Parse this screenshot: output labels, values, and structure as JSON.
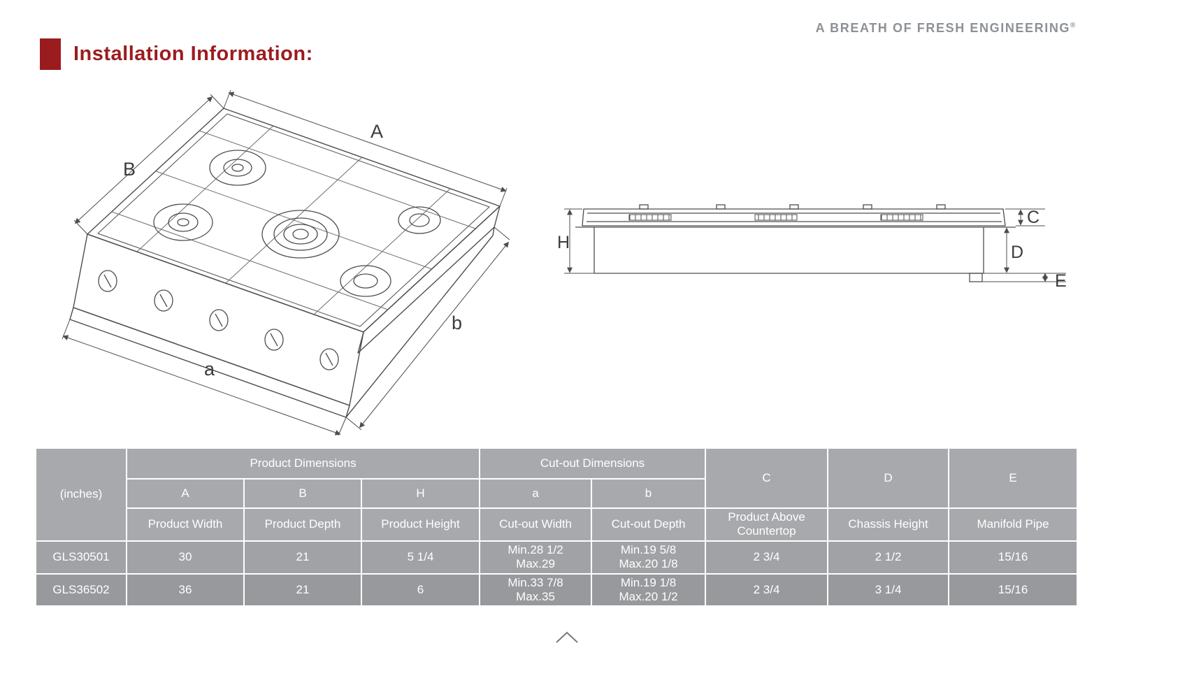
{
  "brand": {
    "slogan": "A BREATH OF FRESH ENGINEERING",
    "slogan_mark": "®"
  },
  "header": {
    "title": "Installation Information:"
  },
  "diagrams": {
    "iso": {
      "label_width": "A",
      "label_depth": "B",
      "label_cutout_width": "a",
      "label_cutout_depth": "b"
    },
    "side": {
      "label_height": "H",
      "label_above_countertop": "C",
      "label_chassis": "D",
      "label_manifold": "E"
    }
  },
  "table": {
    "unit_label": "(inches)",
    "groups": {
      "product": "Product Dimensions",
      "cutout": "Cut-out Dimensions"
    },
    "letters": {
      "a_col": "A",
      "b_col": "B",
      "h_col": "H",
      "cut_a": "a",
      "cut_b": "b",
      "c": "C",
      "d": "D",
      "e": "E"
    },
    "subheaders": {
      "product_width": "Product Width",
      "product_depth": "Product Depth",
      "product_height": "Product Height",
      "cutout_width": "Cut-out Width",
      "cutout_depth": "Cut-out Depth",
      "above_countertop": "Product Above Countertop",
      "chassis_height": "Chassis Height",
      "manifold_pipe": "Manifold Pipe"
    },
    "rows": [
      {
        "model": "GLS30501",
        "width": "30",
        "depth": "21",
        "height": "5 1/4",
        "cut_width_min": "Min.28 1/2",
        "cut_width_max": "Max.29",
        "cut_depth_min": "Min.19 5/8",
        "cut_depth_max": "Max.20 1/8",
        "above": "2 3/4",
        "chassis": "2 1/2",
        "manifold": "15/16"
      },
      {
        "model": "GLS36502",
        "width": "36",
        "depth": "21",
        "height": "6",
        "cut_width_min": "Min.33 7/8",
        "cut_width_max": "Max.35",
        "cut_depth_min": "Min.19 1/8",
        "cut_depth_max": "Max.20 1/2",
        "above": "2 3/4",
        "chassis": "3 1/4",
        "manifold": "15/16"
      }
    ]
  }
}
